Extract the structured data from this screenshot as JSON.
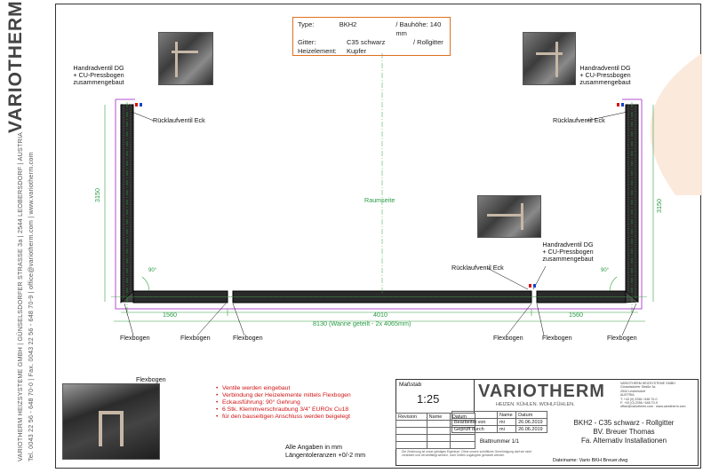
{
  "brand": {
    "name": "VARIOTHERM",
    "side_address": "VARIOTHERM HEIZSYSTEME GMBH | GÜNSELSDORFER STRASSE 3a | 2544 LEOBERSDORF | AUSTRIA",
    "side_contact": "Tel. 0043 22 56 - 648 70-0 | Fax. 0043 22 56 - 648 70-9 | office@variotherm.com | www.variotherm.com",
    "tagline": "HEIZEN. KÜHLEN. WOHLFÜHLEN."
  },
  "specs": {
    "rows": [
      {
        "key": "Type:",
        "value": "BKH2",
        "extra": "/ Bauhöhe: 140 mm"
      },
      {
        "key": "Gitter:",
        "value": "C35 schwarz",
        "extra": "/ Rollgitter"
      },
      {
        "key": "Heizelement:",
        "value": "Kupfer",
        "extra": ""
      }
    ]
  },
  "labels": {
    "valve_dg_lines": [
      "Handradventil DG",
      "+ CU-Pressbogen",
      "zusammengebaut"
    ],
    "return_valve": "Rücklaufventil Eck",
    "room_side": "Raumseite",
    "flexbogen": "Flexbogen",
    "dim_3150": "3150",
    "dim_1560": "1560",
    "dim_4010": "4010",
    "dim_total": "8130 (Wanne geteilt - 2x 4065mm)",
    "angle": "90°"
  },
  "notes": [
    "Ventile werden eingebaut",
    "Verbindung der Heizelemente mittels Flexbogen",
    "Eckausführung: 90° Gehrung",
    "6 Stk. Klemmverschraubung 3/4\" EUROx Cu18",
    "für den bauseitigen Anschluss werden beigelegt"
  ],
  "measure_note": [
    "Alle Angaben in mm",
    "Längentoleranzen +0/-2 mm"
  ],
  "title_block": {
    "massstab_label": "Maßstab",
    "scale": "1:25",
    "revision_header": [
      "Revision",
      "Name",
      "Datum"
    ],
    "name_header": [
      "Name",
      "Datum"
    ],
    "bearbeitet_label": "Bearbeitet von",
    "geprueft_label": "Geprüft durch",
    "bearbeitet_name": "mi",
    "bearbeitet_date": "26.06.2019",
    "geprueft_name": "mi",
    "geprueft_date": "26.06.2019",
    "blattnummer": "Blattnummer 1/1",
    "company_lines": [
      "VARIOTHERM HEIZSYSTEME GMBH",
      "Günselsdorfer Straße 3a",
      "2544 Leobersdorf",
      "AUSTRIA",
      "T: +43 (0) 2256 / 648 70-0",
      "F: +43 (0) 2256 / 648 70-9",
      "office@variotherm.com · www.variotherm.com"
    ],
    "project_line1": "BKH2 - C35 schwarz - Rollgitter",
    "project_line2": "BV. Breuer Thomas",
    "project_line3": "Fa. Alternativ Installationen",
    "file_name": "Dateiname: Vario BKH Breuer.dwg",
    "footnote": "Die Zeichnung ist unser geistiges Eigentum. Ohne unsere schriftliche Genehmigung darf sie nicht verändert und vervielfältigt werden, noch Dritten zugänglich gemacht werden."
  },
  "inset_label": "Flexbogen"
}
